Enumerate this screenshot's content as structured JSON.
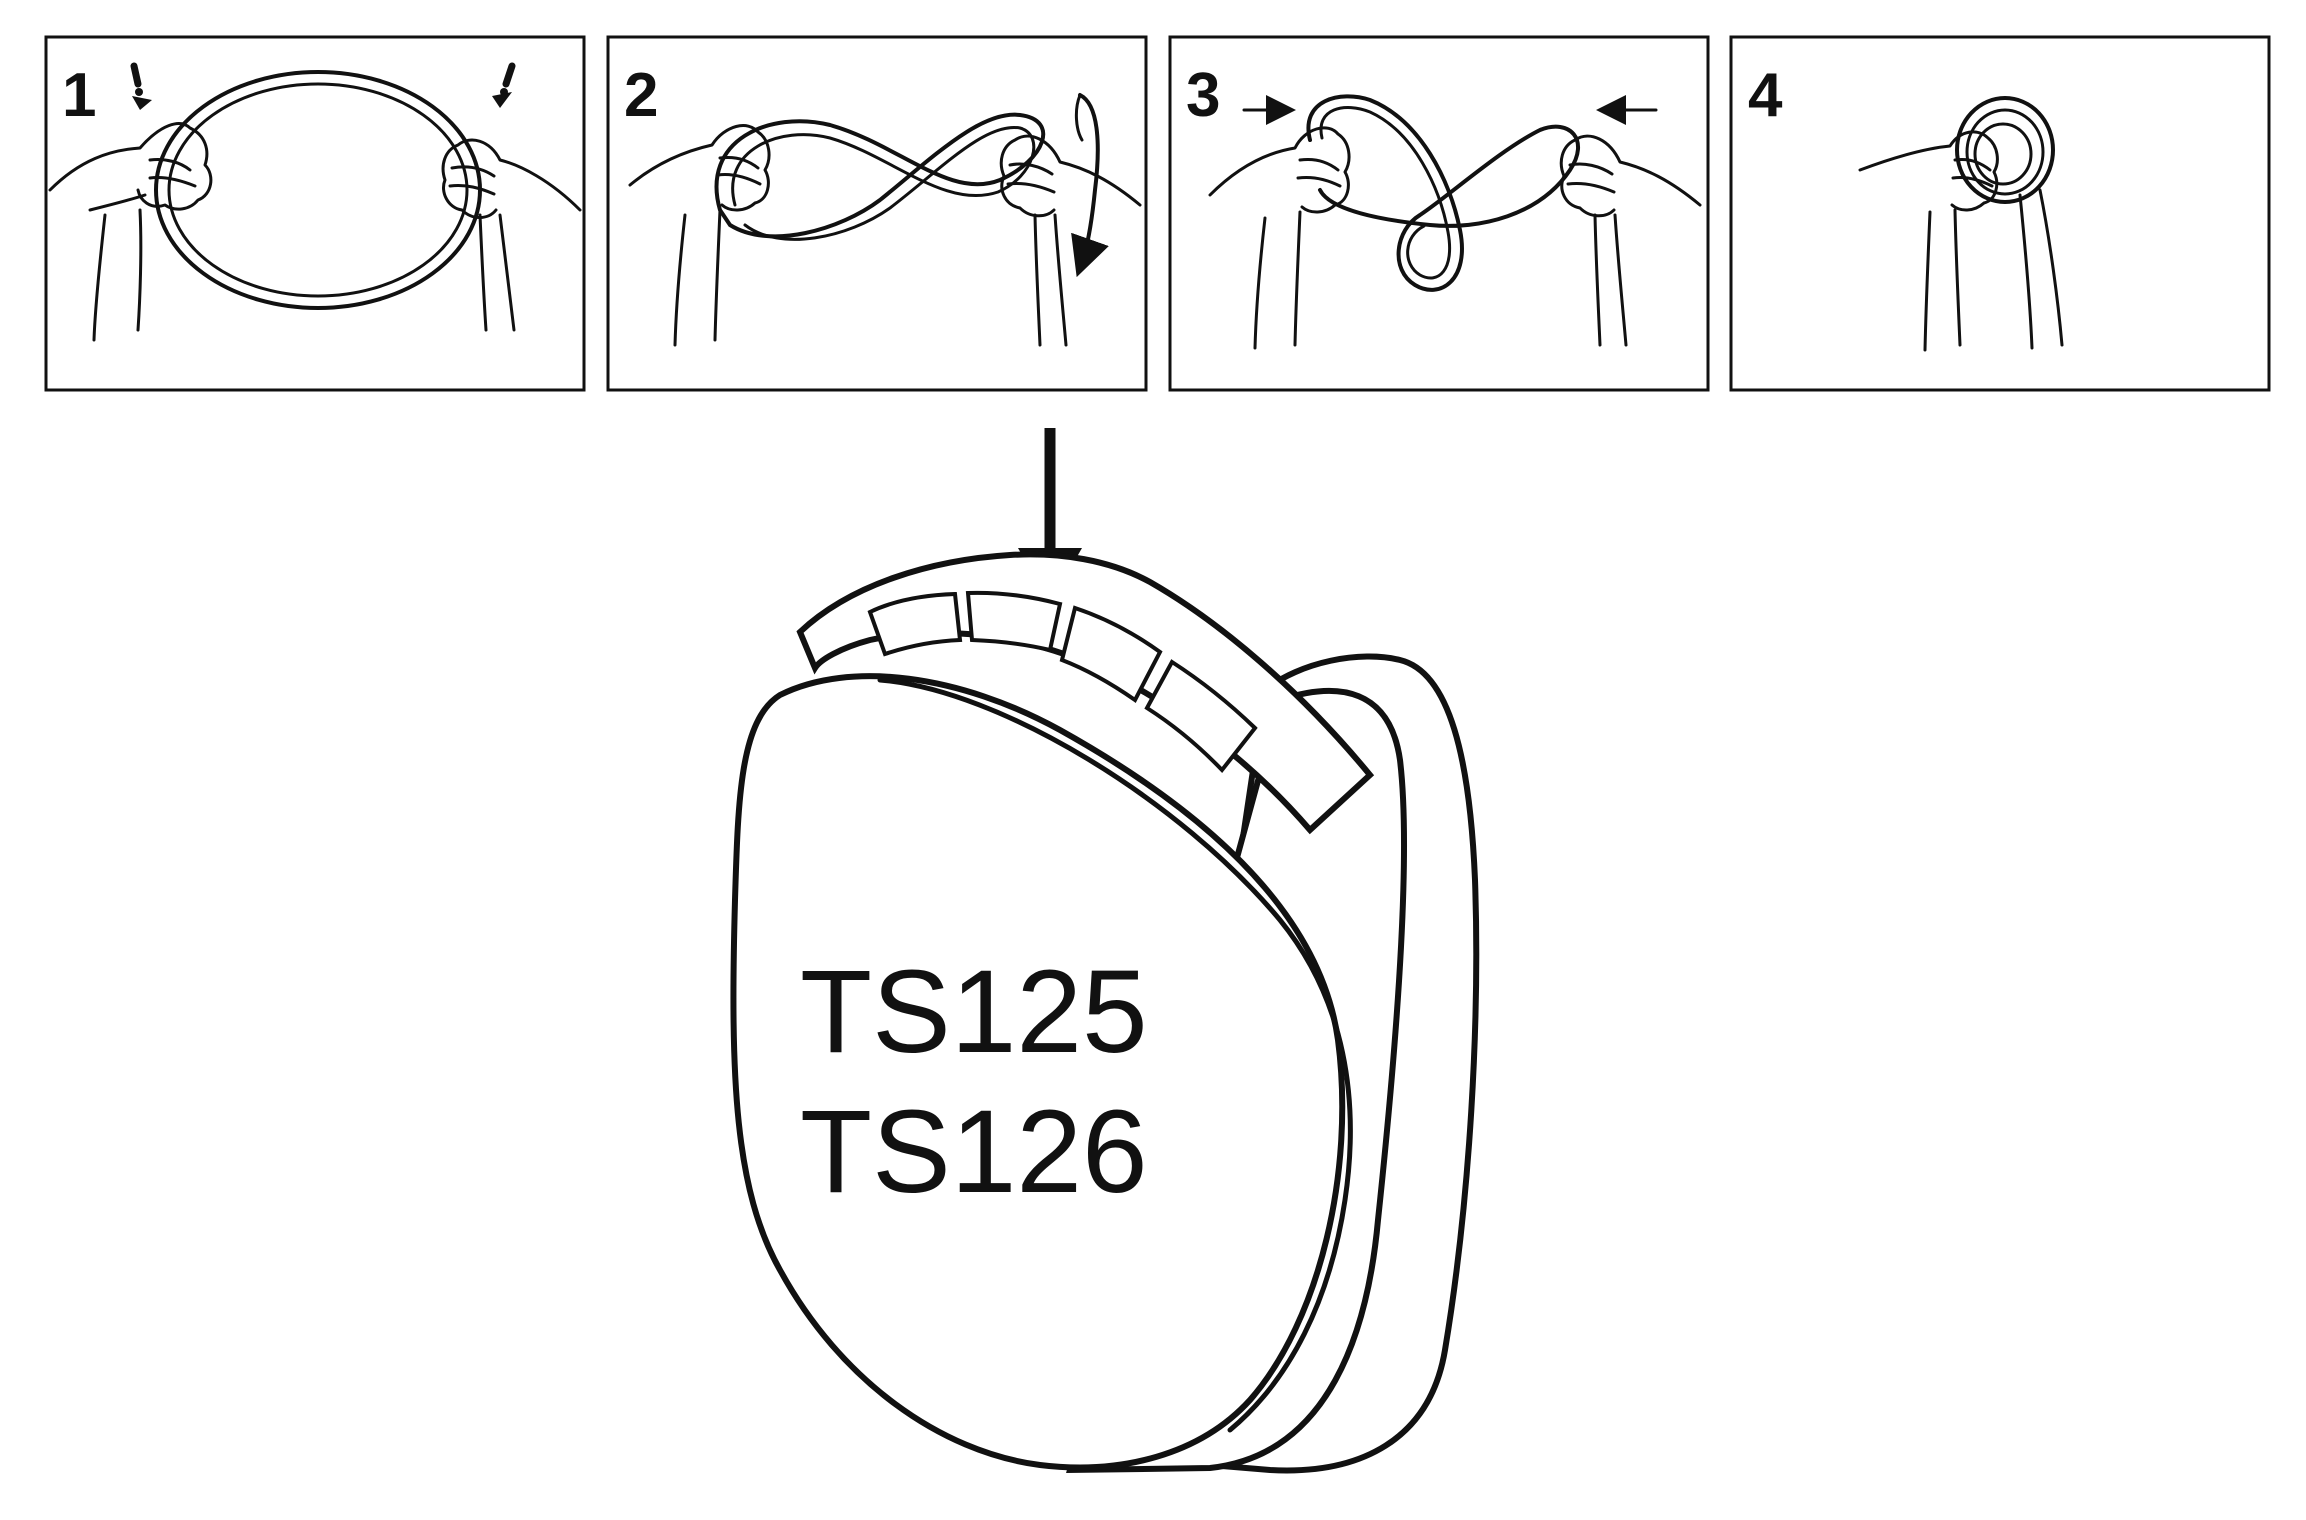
{
  "colors": {
    "ink": "#111111",
    "paper": "#ffffff"
  },
  "steps": [
    {
      "number": "1",
      "illustration": "hands-holding-loop"
    },
    {
      "number": "2",
      "illustration": "hands-twisting-figure-eight"
    },
    {
      "number": "3",
      "illustration": "hands-folding-loops-together"
    },
    {
      "number": "4",
      "illustration": "coiled-loop-in-hand"
    }
  ],
  "product": {
    "models": [
      "TS125",
      "TS126"
    ],
    "illustration": "filter-pads-with-tabs",
    "tab_count": 4
  },
  "icons": {
    "push-arrow": "down-arrow-icon",
    "step-arrow": "inward-arrow-icon",
    "rotate-arrow": "rotate-arrow-icon"
  }
}
